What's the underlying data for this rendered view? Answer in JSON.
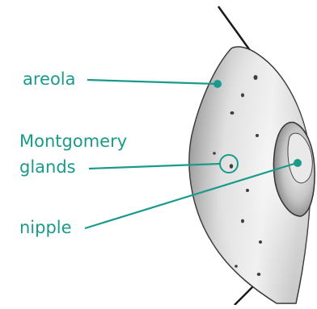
{
  "labels": {
    "areola": "areola",
    "montgomery_line1": "Montgomery",
    "montgomery_line2": "glands",
    "nipple": "nipple"
  },
  "colors": {
    "label": "#1a9a8a",
    "leader": "#1a9a8a",
    "outline": "#1b1b1b",
    "shading_light": "#f4f4f4",
    "shading_dark": "#8c8c8c"
  }
}
